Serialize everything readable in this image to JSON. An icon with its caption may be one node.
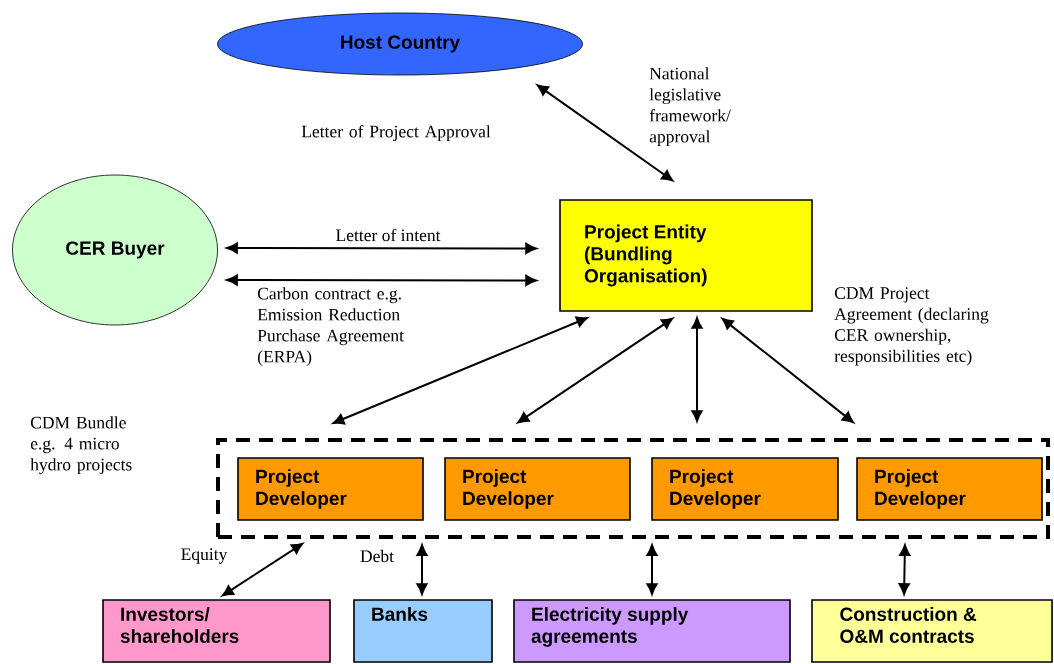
{
  "diagram": {
    "nodes": [
      {
        "text": [
          "Host Country"
        ]
      },
      {
        "text": [
          "CER Buyer"
        ]
      },
      {
        "text": [
          "Project Entity (Bundling Organisation)"
        ]
      },
      {
        "text": [
          "CDM Bundle e.g. 4 micro hydro projects"
        ]
      },
      {
        "text": [
          "Project Developer"
        ],
        "in": 3
      },
      {
        "text": [
          "Project Developer"
        ],
        "in": 3
      },
      {
        "text": [
          "Project Developer"
        ],
        "in": 3
      },
      {
        "text": [
          "Project Developer"
        ],
        "in": 3
      },
      {
        "text": [
          "Investors/ shareholders"
        ]
      },
      {
        "text": [
          "Banks"
        ]
      },
      {
        "text": [
          "Electricity supply agreements"
        ]
      },
      {
        "text": [
          "Construction & O&M contracts"
        ]
      }
    ],
    "edges": [
      {
        "from": 0,
        "to": 2,
        "arrow": "both",
        "label": "National legislative framework/ approval"
      },
      {
        "from": 1,
        "to": 2,
        "arrow": "both",
        "label": "Letter of intent"
      },
      {
        "from": 1,
        "to": 2,
        "arrow": "both",
        "label": "Carbon contract e.g. Emission Reduction Purchase Agreement (ERPA)"
      },
      {
        "from": 2,
        "to": 4,
        "arrow": "both"
      },
      {
        "from": 2,
        "to": 5,
        "arrow": "both"
      },
      {
        "from": 2,
        "to": 6,
        "arrow": "both"
      },
      {
        "from": 2,
        "to": 7,
        "arrow": "both",
        "label": "CDM Project Agreement (declaring CER ownership, responsibilities etc)"
      },
      {
        "from": 3,
        "to": 8,
        "arrow": "both",
        "label": "Equity"
      },
      {
        "from": 3,
        "to": 9,
        "arrow": "both",
        "label": "Debt"
      },
      {
        "from": 3,
        "to": 10,
        "arrow": "both"
      },
      {
        "from": 3,
        "to": 11,
        "arrow": "both"
      }
    ],
    "labels": [
      "Letter of Project Approval"
    ]
  }
}
